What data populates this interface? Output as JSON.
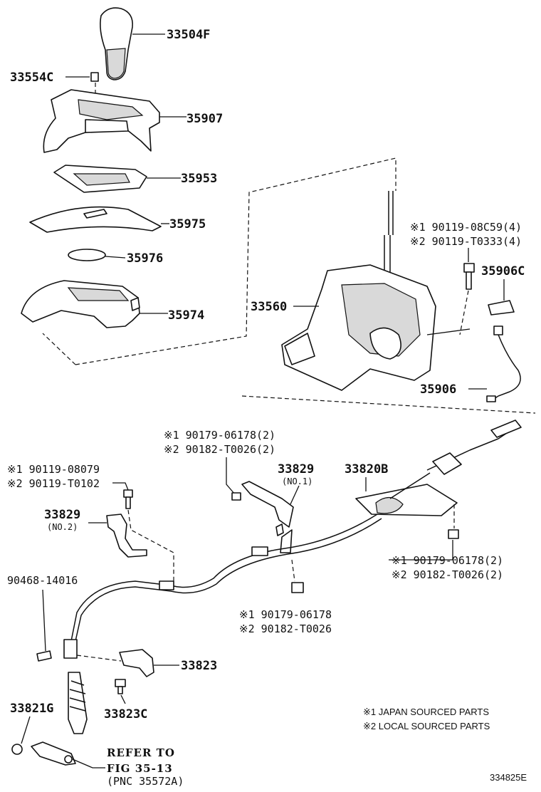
{
  "labels": {
    "p33504F": "33504F",
    "p33554C": "33554C",
    "p35907": "35907",
    "p35953": "35953",
    "p35975": "35975",
    "p35976": "35976",
    "p35974": "35974",
    "p33560": "33560",
    "p35906C": "35906C",
    "p35906": "35906",
    "bolt_top_1": "※1 90119-08C59(4)",
    "bolt_top_2": "※2 90119-T0333(4)",
    "nut_upper_1": "※1 90179-06178(2)",
    "nut_upper_2": "※2 90182-T0026(2)",
    "bolt_left_1": "※1 90119-08079",
    "bolt_left_2": "※2 90119-T0102",
    "p33829_a": "33829",
    "p33829_a_sub": "(NO.1)",
    "p33829_b": "33829",
    "p33829_b_sub": "(NO.2)",
    "p33820B": "33820B",
    "nut_right_1": "※1 90179-06178(2)",
    "nut_right_2": "※2 90182-T0026(2)",
    "clip": "90468-14016",
    "nut_mid_1": "※1 90179-06178",
    "nut_mid_2": "※2 90182-T0026",
    "p33823": "33823",
    "p33823C": "33823C",
    "p33821G": "33821G",
    "refer_1": "REFER TO",
    "refer_2": "FIG 35-13",
    "refer_3": "(PNC 35572A)"
  },
  "legend": {
    "note_1": "※1 JAPAN SOURCED PARTS",
    "note_2": "※2 LOCAL SOURCED PARTS"
  },
  "figure_id": "334825E"
}
